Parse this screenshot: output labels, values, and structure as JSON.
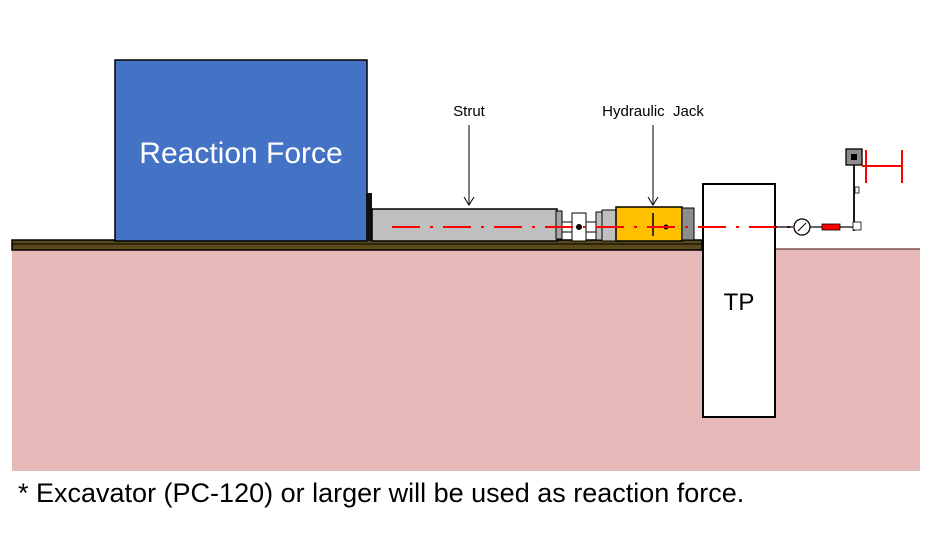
{
  "diagram": {
    "reaction_block_label": "Reaction Force",
    "strut_label": "Strut",
    "jack_label": "Hydraulic  Jack",
    "test_pile_label": "TP",
    "colors": {
      "ground": "#e6b8b7",
      "reaction_block": "#4472c4",
      "strut": "#bfbfbf",
      "jack": "#ffc000",
      "load_axis": "#ff0000",
      "beam": "#5a4a1a"
    }
  },
  "footnote": "* Excavator (PC-120) or larger will be used as reaction force."
}
